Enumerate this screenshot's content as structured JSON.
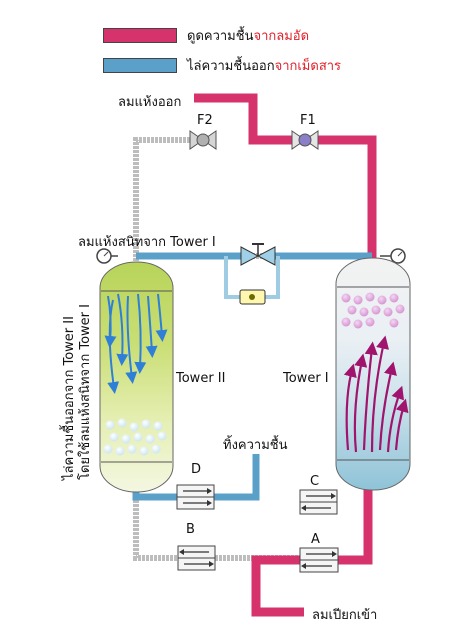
{
  "legend": {
    "adsorb_prefix": "ดูดความชื้น",
    "adsorb_highlight": "จากลมอัด",
    "adsorb_color": "#d6336c",
    "regen_prefix": "ไล่ความชื้นออก",
    "regen_highlight": "จากเม็ดสาร",
    "regen_color": "#5aa0c8"
  },
  "labels": {
    "dry_air_out": "ลมแห้งออก",
    "filter_f2": "F2",
    "filter_f1": "F1",
    "dry_air_from_tower1": "ลมแห้งสนิทจาก Tower I",
    "tower2": "Tower II",
    "tower1": "Tower I",
    "discard_moisture": "ทิ้งความชื้น",
    "valve_a": "A",
    "valve_b": "B",
    "valve_c": "C",
    "valve_d": "D",
    "wet_air_in": "ลมเปียกเข้า",
    "vertical_line1": "ไล่ความชื้นออกจาก Tower II",
    "vertical_line2": "โดยใช้ลมแห้งสนิทจาก Tower I"
  },
  "icons": {
    "gauge": "pressure-gauge-icon",
    "valve": "bowtie-valve-icon",
    "check": "check-valve-icon",
    "filter": "filter-icon"
  },
  "colors": {
    "pink_pipe": "#d6336c",
    "blue_pipe": "#5aa0c8",
    "grey_pipe": "#bfbfbf",
    "arrow_magenta": "#a0146e",
    "arrow_blue": "#2f7fd6"
  }
}
